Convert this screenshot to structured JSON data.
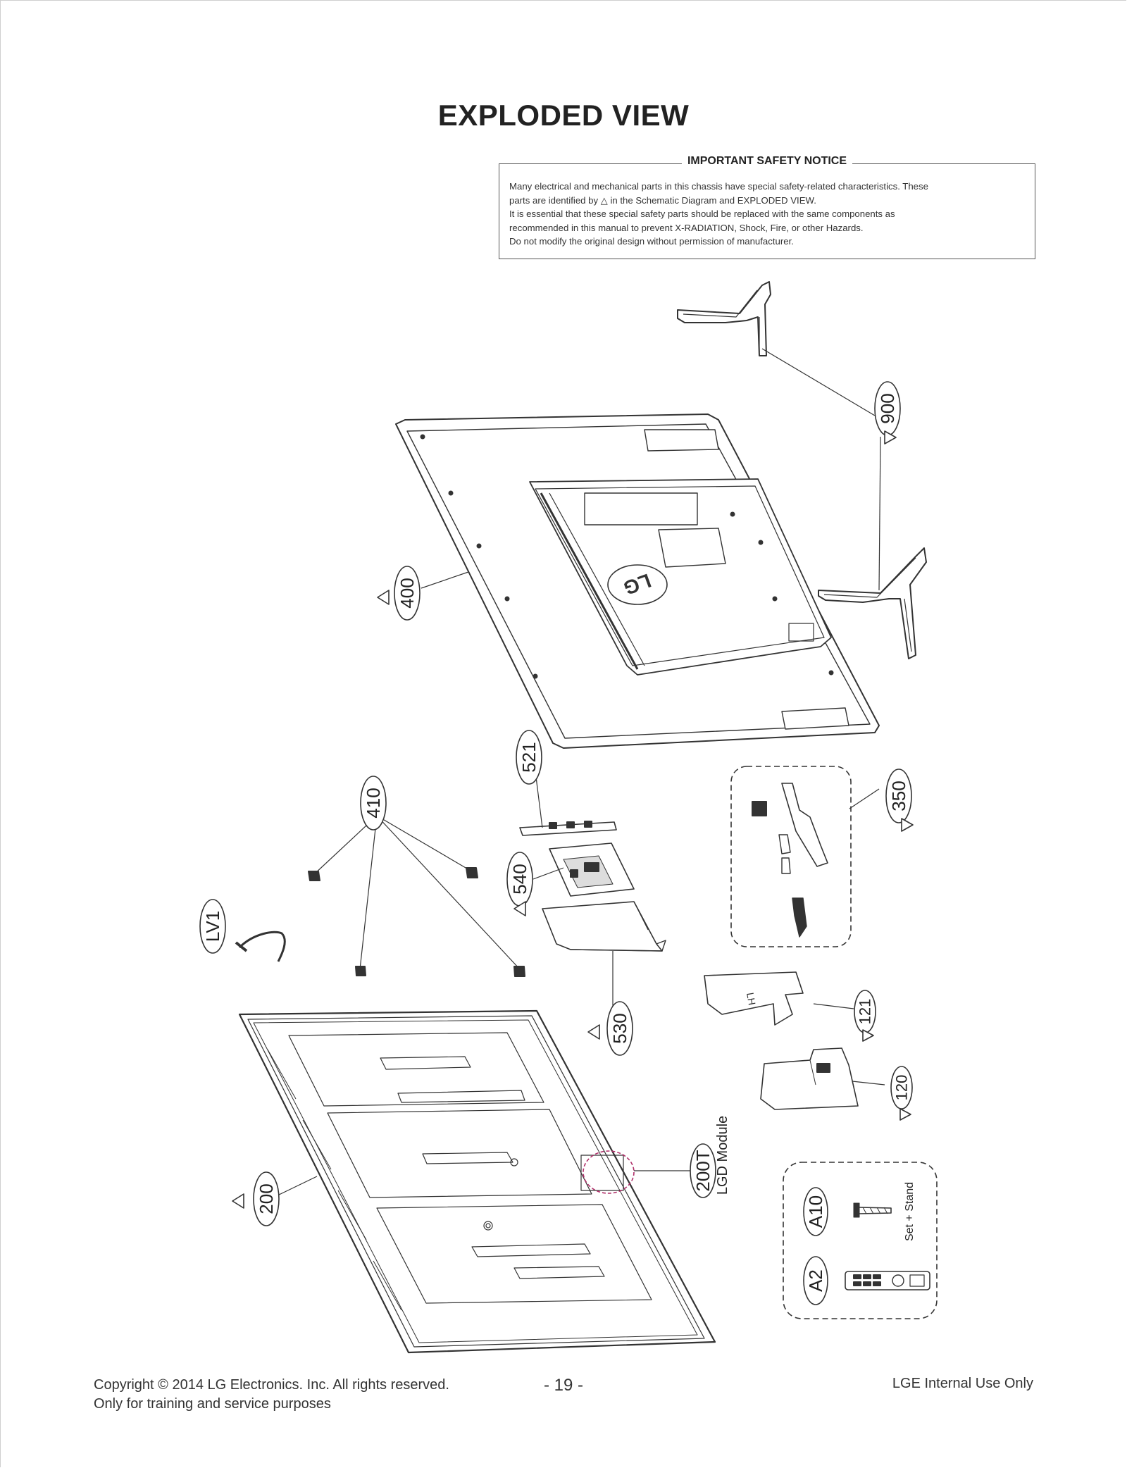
{
  "page": {
    "title": "EXPLODED VIEW"
  },
  "notice": {
    "title": "IMPORTANT SAFETY NOTICE",
    "line1": "Many electrical and mechanical parts in this chassis have special safety-related characteristics. These",
    "line2_pre": "parts are identified by",
    "line2_post": "in the Schematic Diagram and EXPLODED VIEW.",
    "line3": "It is essential that these special safety parts should be replaced with the same components as",
    "line4": "recommended in this manual to prevent X-RADIATION, Shock, Fire, or other Hazards.",
    "line5": "Do not modify the original design without permission of manufacturer."
  },
  "parts": {
    "p900": "900",
    "p400": "400",
    "p521": "521",
    "p410": "410",
    "p350": "350",
    "p540": "540",
    "pLV1": "LV1",
    "p530": "530",
    "p121": "121",
    "p120": "120",
    "p200T": "200T",
    "p200": "200",
    "pA10": "A10",
    "pA2": "A2"
  },
  "labels": {
    "lgd_module": "LGD Module",
    "set_stand": "Set + Stand",
    "lg_logo": "LG",
    "power_board_mark": "LH"
  },
  "footer": {
    "copyright": "Copyright  © 2014 LG Electronics. Inc. All rights reserved.",
    "training": "Only for training and service purposes",
    "page_number": "- 19 -",
    "internal": "LGE Internal Use Only"
  },
  "colors": {
    "line": "#333333",
    "highlight_circle": "#b0306a"
  }
}
